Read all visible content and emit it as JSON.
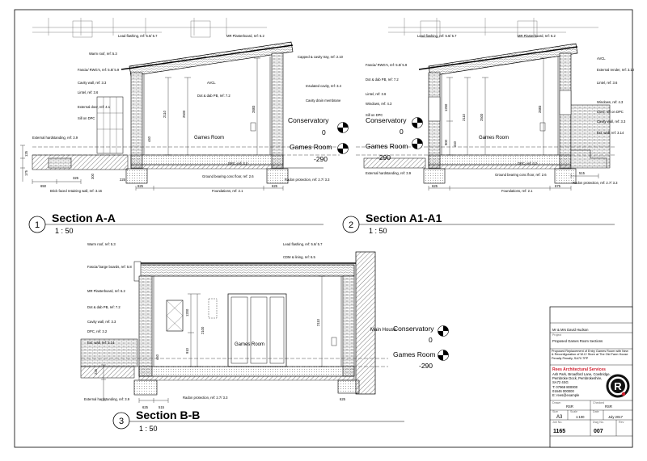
{
  "sections": [
    {
      "number": "1",
      "title": "Section A-A",
      "scale": "1 : 50",
      "room": "Games Room",
      "annotations": [
        "Lead flashing, ref: 5.6/ 5.7",
        "MR Plasterboard, ref: 6.2",
        "Warm roof, ref: 5.3",
        "Fascia/ RWG's, ref: 5.8/ 5.9",
        "Cavity wall, ref: 3.3",
        "Lintel, ref: 3.6",
        "External door, ref: 4.1",
        "Sill on DPC",
        "External hardstanding, ref: 3.9",
        "Brick faced retaining wall, ref: 3.16",
        "Capped & cavity tray, ref: 2.10",
        "Insulated cavity, ref: 3.4",
        "Cavity drain membrane",
        "AVCL",
        "Dot & dab PB, ref: 7.2",
        "DPC, ref: 3.2",
        "Ground bearing conc floor, ref: 2.6",
        "Radon protection, ref: 2.7/ 3.3",
        "Foundations, ref: 2.1"
      ],
      "dims": [
        "2110",
        "2500",
        "2883",
        "440",
        "225",
        "300",
        "175",
        "125",
        "325",
        "650",
        "625",
        "625"
      ]
    },
    {
      "number": "2",
      "title": "Section A1-A1",
      "scale": "1 : 50",
      "room": "Games Room",
      "annotations": [
        "Lead flashing, ref: 5.6/ 5.7",
        "MR Plasterboard, ref: 6.2",
        "Fascia/ RWG's, ref: 5.8/ 5.9",
        "Dot & dab PB, ref: 7.2",
        "Lintel, ref: 3.6",
        "Windows, ref: 4.3",
        "Sill on DPC",
        "External hardstanding, ref: 3.9",
        "AVCL",
        "External render, ref: 3.10",
        "Lintel, ref: 3.6",
        "Windows, ref: 4.3",
        "Conc. sill on DPC",
        "Cavity wall, ref: 3.3",
        "Ext. wall, ref: 3.14",
        "DPC, ref: 3.2",
        "Ground bearing conc floor, ref: 2.6",
        "Radon protection, ref: 2.7/ 3.3",
        "Foundations, ref: 2.1"
      ],
      "dims": [
        "1250",
        "2110",
        "2500",
        "2883",
        "900",
        "440",
        "515",
        "625",
        "675"
      ]
    },
    {
      "number": "3",
      "title": "Section B-B",
      "scale": "1 : 50",
      "room": "Games Room",
      "annotations": [
        "Warm roof, ref: 5.3",
        "Fascia/ barge boards, ref: 5.8",
        "MR Plasterboard, ref: 6.2",
        "Dot & dab PB, ref: 7.2",
        "Cavity wall, ref: 3.3",
        "DPC, ref: 3.2",
        "Ext. wall, ref: 3.14",
        "External hardstanding, ref: 3.9",
        "Lead flashing, ref: 5.6/ 5.7",
        "CDM & lining, ref: 6.5",
        "Radon protection, ref: 2.7/ 3.3"
      ],
      "dims": [
        "1200",
        "2100",
        "910",
        "2110",
        "440",
        "225",
        "625",
        "515",
        "625"
      ],
      "adjacent": "Main House"
    }
  ],
  "levels": [
    {
      "name": "Conservatory",
      "value": "0"
    },
    {
      "name": "Games Room",
      "value": "-290"
    }
  ],
  "title_block": {
    "client": "Mr & Mrs David Hudson",
    "project_label": "Project",
    "drawing_title": "Proposed Games Room Sections",
    "project": "Proposed Replacement of Entry Games Room with New & Reconfiguration of W.C/ Store at The Old Farm House Penally Penally, SA70 7PP",
    "firm": "Rees Architectural Services",
    "address": [
      "Ash Park, Broadford Lane, Cowbridge,",
      "Pembroke Dock, Pembrokeshire,",
      "SA72 4SG"
    ],
    "contact": [
      "T: 07968 800000",
      "01646 000000",
      "E: rees@example"
    ],
    "logo_letter": "R",
    "drawn_label": "Drawn",
    "drawn": "RSR",
    "checked_label": "Checked",
    "checked": "RSR",
    "size_label": "Size",
    "size": "A3",
    "scale_label": "Scale",
    "scale": "1:100",
    "date_label": "Date",
    "date": "July 2017",
    "job_label": "Job No.",
    "job": "1165",
    "dwg_label": "Dwg No.",
    "dwg": "007",
    "rev_label": "Rev"
  },
  "colors": {
    "line": "#000000",
    "hatch": "#555555",
    "accent": "#d01f2f"
  }
}
